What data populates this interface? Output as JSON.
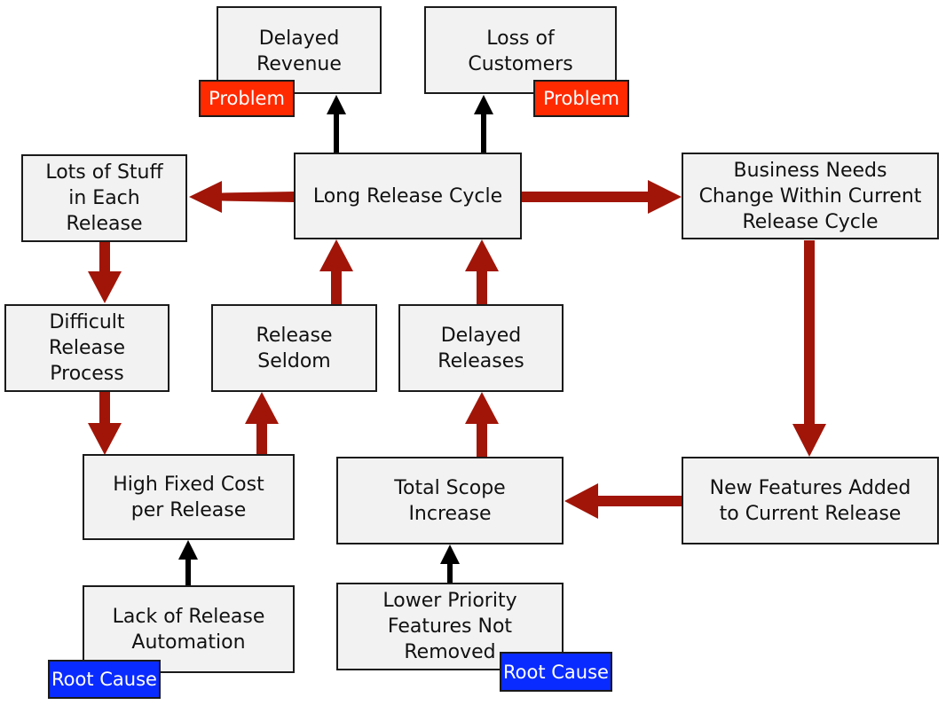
{
  "colors": {
    "causal_arrow": "#a11508",
    "effect_arrow": "#000000",
    "node_fill": "#f2f2f2",
    "problem_tag": "#ff2a00",
    "root_cause_tag": "#0a2bff"
  },
  "nodes": {
    "delayed_revenue": "Delayed\nRevenue",
    "loss_of_customers": "Loss of\nCustomers",
    "lots_of_stuff": "Lots of Stuff\nin Each\nRelease",
    "long_release_cycle": "Long Release Cycle",
    "business_needs": "Business Needs\nChange Within Current\nRelease Cycle",
    "difficult_release": "Difficult\nRelease\nProcess",
    "release_seldom": "Release\nSeldom",
    "delayed_releases": "Delayed\nReleases",
    "high_fixed_cost": "High Fixed Cost\nper Release",
    "total_scope": "Total Scope\nIncrease",
    "new_features": "New Features Added\nto Current Release",
    "lack_automation": "Lack of Release\nAutomation",
    "lower_priority": "Lower Priority\nFeatures Not\nRemoved"
  },
  "tags": {
    "problem_revenue": "Problem",
    "problem_customers": "Problem",
    "root_automation": "Root Cause",
    "root_priority": "Root Cause"
  }
}
